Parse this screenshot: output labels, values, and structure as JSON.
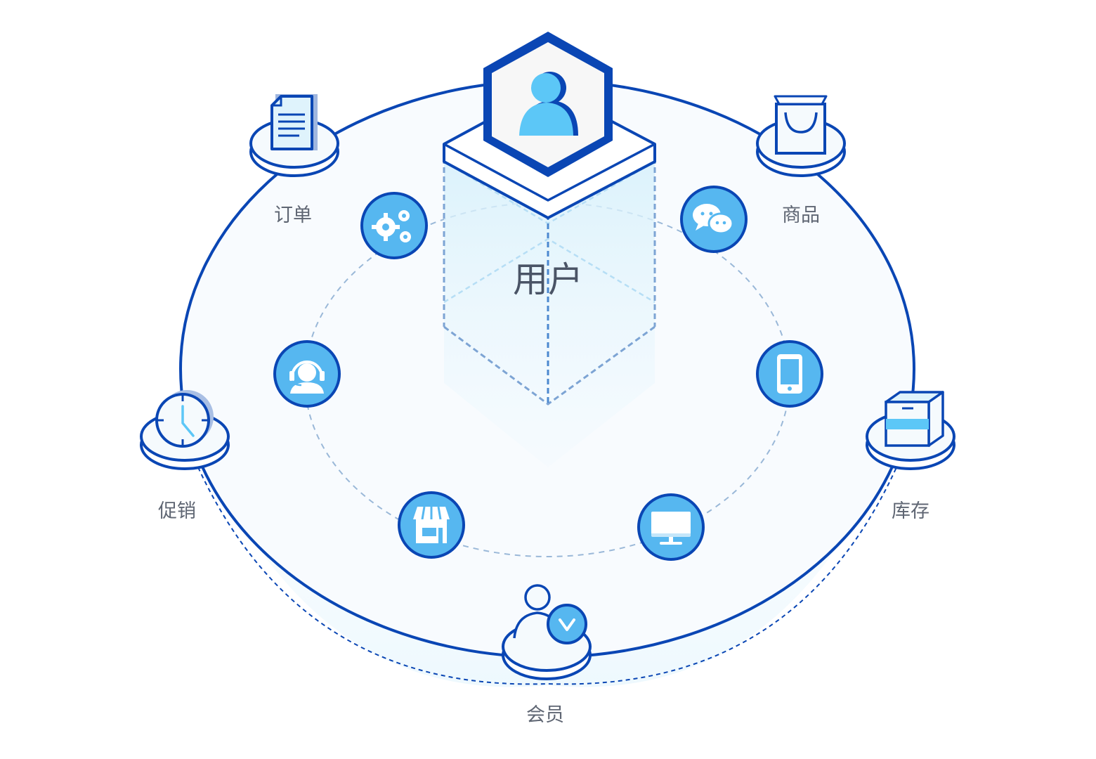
{
  "center": {
    "label": "用户",
    "icon": "user-icon"
  },
  "outer_nodes": [
    {
      "key": "order",
      "label": "订单",
      "icon": "document-icon"
    },
    {
      "key": "product",
      "label": "商品",
      "icon": "shopping-bag-icon"
    },
    {
      "key": "promotion",
      "label": "促销",
      "icon": "clock-icon"
    },
    {
      "key": "inventory",
      "label": "库存",
      "icon": "box-icon"
    },
    {
      "key": "member",
      "label": "会员",
      "icon": "member-vip-icon"
    }
  ],
  "inner_icons": [
    {
      "key": "settings",
      "icon": "gears-icon"
    },
    {
      "key": "wechat",
      "icon": "wechat-icon"
    },
    {
      "key": "service",
      "icon": "headset-icon"
    },
    {
      "key": "mobile",
      "icon": "mobile-phone-icon"
    },
    {
      "key": "store",
      "icon": "storefront-icon"
    },
    {
      "key": "desktop",
      "icon": "monitor-icon"
    }
  ],
  "colors": {
    "primary": "#0a46b4",
    "icon_fill": "#5cc7f7",
    "circle_fill": "#56b7f0",
    "light_fill": "#dff3fc",
    "plate_fill": "#f5fafd",
    "label": "#5f6673"
  }
}
